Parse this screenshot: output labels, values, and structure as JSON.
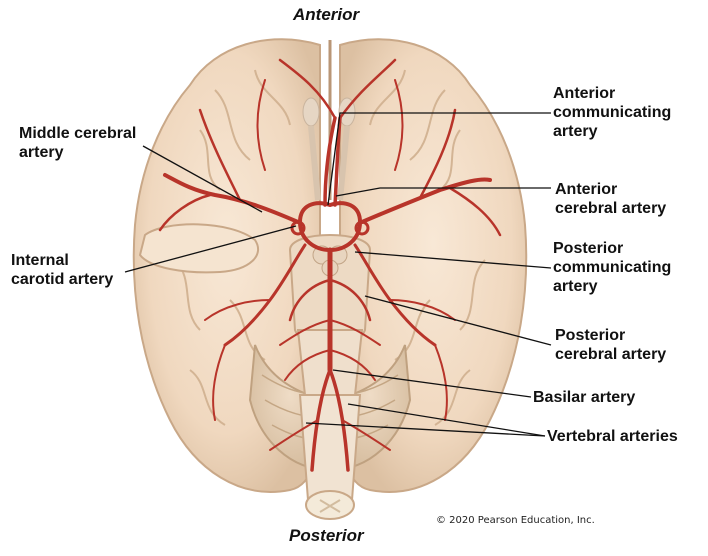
{
  "orientation": {
    "top": "Anterior",
    "bottom": "Posterior"
  },
  "labels": {
    "middle_cerebral": "Middle cerebral\nartery",
    "internal_carotid": "Internal\ncarotid artery",
    "anterior_communicating": "Anterior\ncommunicating\nartery",
    "anterior_cerebral": "Anterior\ncerebral artery",
    "posterior_communicating": "Posterior\ncommunicating\nartery",
    "posterior_cerebral": "Posterior\ncerebral artery",
    "basilar": "Basilar artery",
    "vertebral": "Vertebral arteries"
  },
  "copyright": "© 2020 Pearson Education, Inc.",
  "colors": {
    "brain_fill": "#f2dcc4",
    "brain_shadow": "#dcc0a2",
    "artery": "#b8342a",
    "leader_line": "#111111"
  }
}
